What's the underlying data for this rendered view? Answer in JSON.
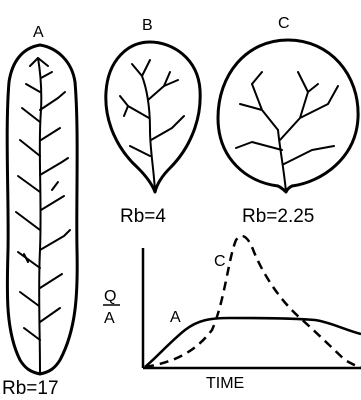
{
  "basins": [
    {
      "label": "A",
      "rb_text": "Rb=17"
    },
    {
      "label": "B",
      "rb_text": "Rb=4"
    },
    {
      "label": "C",
      "rb_text": "Rb=2.25"
    }
  ],
  "chart": {
    "y_label_top": "Q",
    "y_label_bottom": "A",
    "x_label": "TIME",
    "curve_a_label": "A",
    "curve_c_label": "C"
  }
}
